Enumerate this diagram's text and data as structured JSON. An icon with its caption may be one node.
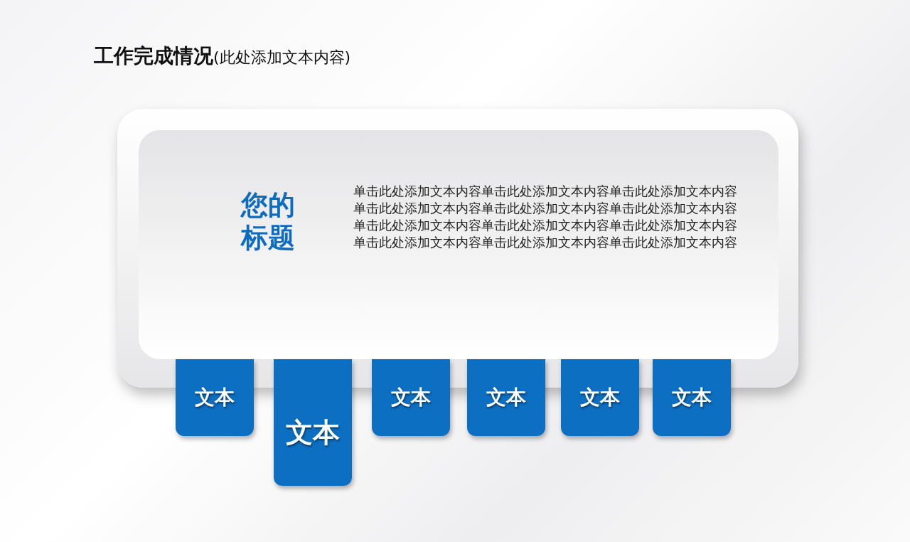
{
  "diagram": {
    "title": "**工作完成情况**(此处添加文本内容)",
    "nodes": [
      {
        "text": [],
        "shape": "box"
      },
      {
        "text": [
          "您的标题",
          "单击此处添加文本内容单击此处添加文本内容单击此处添加文本内容单击此处添加文本内容单击此处添加文本内容单击此处添加文本内容单击此处添加文本内容单击此处添加文本内容单击此处添加文本内容单击此处添加文本内容单击此处添加文本内容单击此处添加文本内容"
        ],
        "in": 0
      },
      {
        "text": [
          "文本"
        ]
      },
      {
        "text": [
          "文本"
        ]
      },
      {
        "text": [
          "文本"
        ]
      },
      {
        "text": [
          "文本"
        ]
      },
      {
        "text": [
          "文本"
        ]
      },
      {
        "text": [
          "文本"
        ]
      }
    ]
  }
}
